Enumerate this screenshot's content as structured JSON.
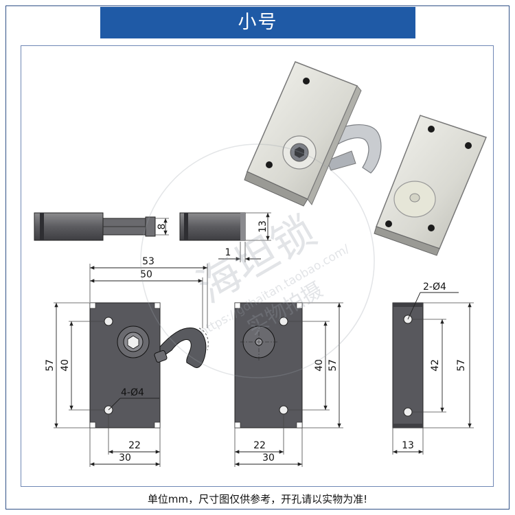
{
  "title": "小号",
  "footer_note": "单位mm，尺寸图仅供参考，开孔请以实物为准!",
  "watermark": {
    "name": "海坦锁",
    "url": "https://gdhaitan.taobao.com/",
    "tagline": "实物拍摄"
  },
  "side_views": {
    "latch_depth": "8",
    "body_depth": "13",
    "gap": "1"
  },
  "front_view": {
    "overall_width": "53",
    "hook_width": "50",
    "height": "57",
    "hole_spacing": "40",
    "hole_label": "4-Ø4",
    "hole_offset": "22",
    "body_width": "30"
  },
  "back_view": {
    "hole_spacing": "40",
    "height": "57",
    "hole_offset": "22",
    "body_width": "30"
  },
  "edge_view": {
    "hole_label": "2-Ø4",
    "hole_spacing": "42",
    "height": "57",
    "width": "13"
  },
  "colors": {
    "banner": "#1f5aa6",
    "body_fill": "#58585d",
    "line": "#333333"
  }
}
